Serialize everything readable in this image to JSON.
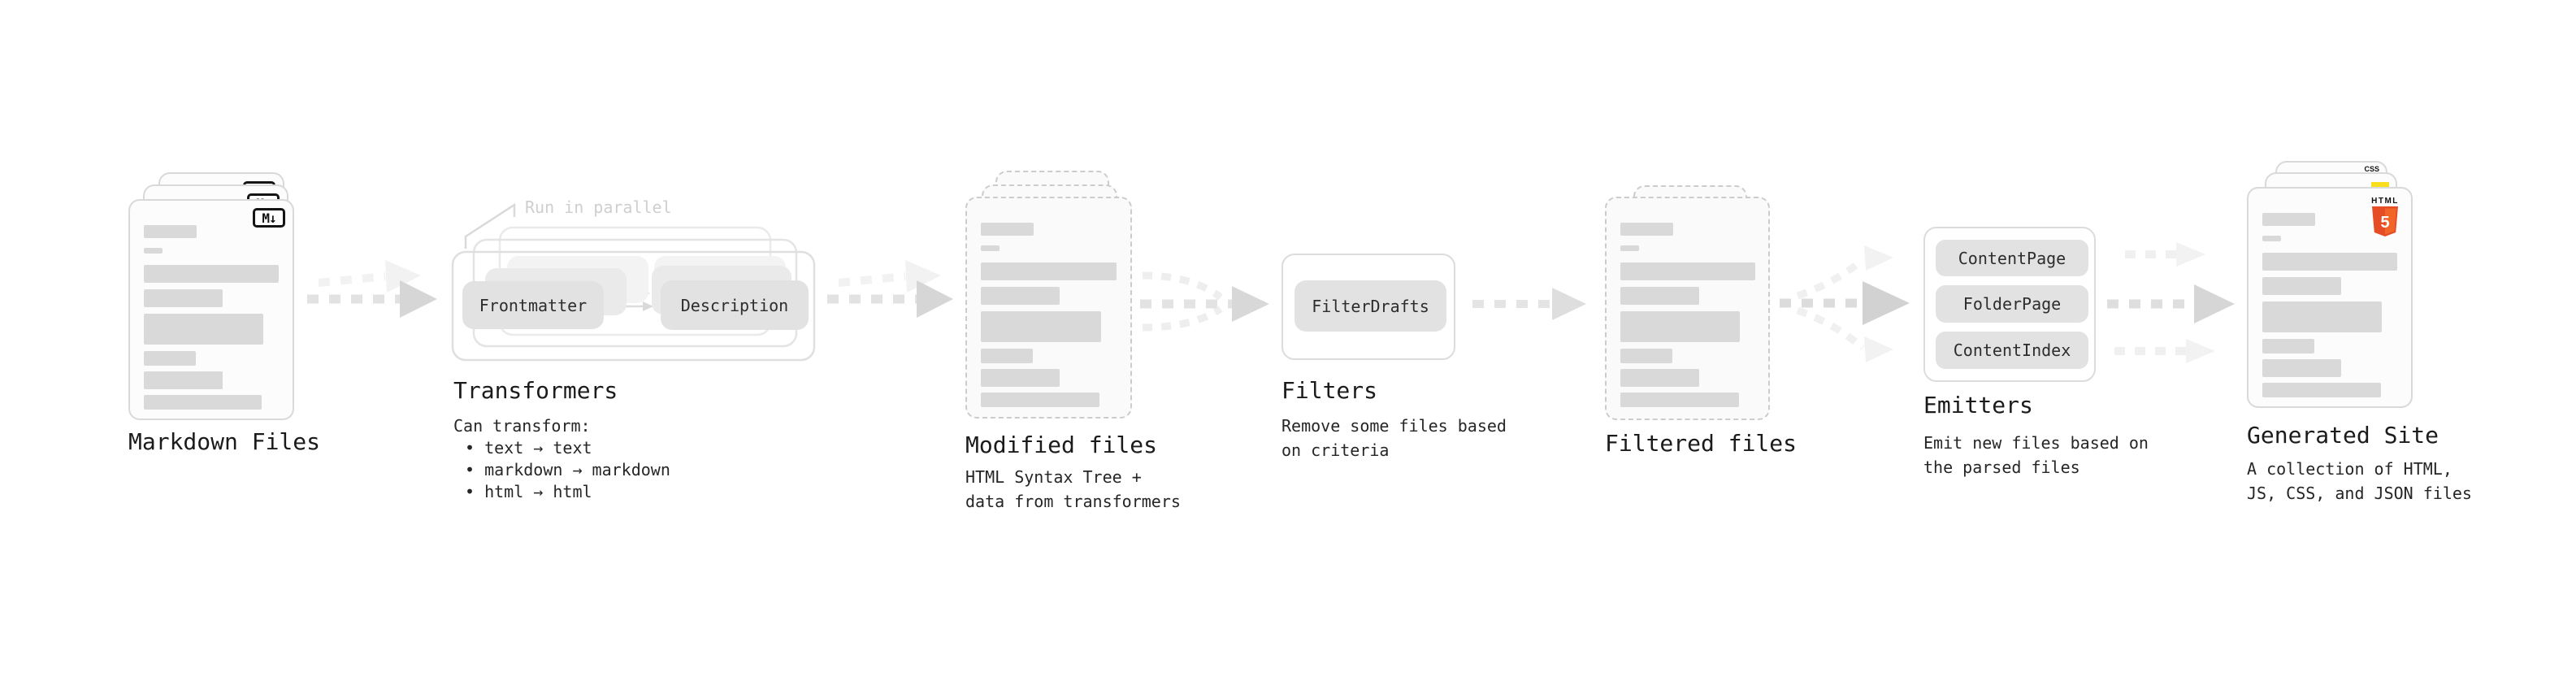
{
  "stages": {
    "markdown_files": {
      "label": "Markdown Files",
      "badge": "M↓"
    },
    "transformers": {
      "label": "Transformers",
      "parallel_note": "Run in parallel",
      "steps": [
        "Frontmatter",
        "Description"
      ],
      "can_transform_title": "Can transform:",
      "bullets": [
        "• text → text",
        "• markdown → markdown",
        "• html → html"
      ]
    },
    "modified_files": {
      "label": "Modified files",
      "description": "HTML Syntax Tree +\ndata from transformers"
    },
    "filters": {
      "label": "Filters",
      "items": [
        "FilterDrafts"
      ],
      "description": "Remove some files based\non criteria"
    },
    "filtered_files": {
      "label": "Filtered files"
    },
    "emitters": {
      "label": "Emitters",
      "items": [
        "ContentPage",
        "FolderPage",
        "ContentIndex"
      ],
      "description": "Emit new files based on\nthe parsed files"
    },
    "generated_site": {
      "label": "Generated Site",
      "description": "A collection of HTML,\nJS, CSS, and JSON files",
      "badges": {
        "html_label": "HTML",
        "html_number": "5",
        "css": "CSS"
      }
    }
  },
  "colors": {
    "html5_orange": "#E44D26",
    "html5_orange_light": "#F16529",
    "js_yellow": "#F7DF1E",
    "css_blue": "#2965F1",
    "bar_gray": "#d9d9d9",
    "arrow_gray": "#d6d6d6"
  }
}
